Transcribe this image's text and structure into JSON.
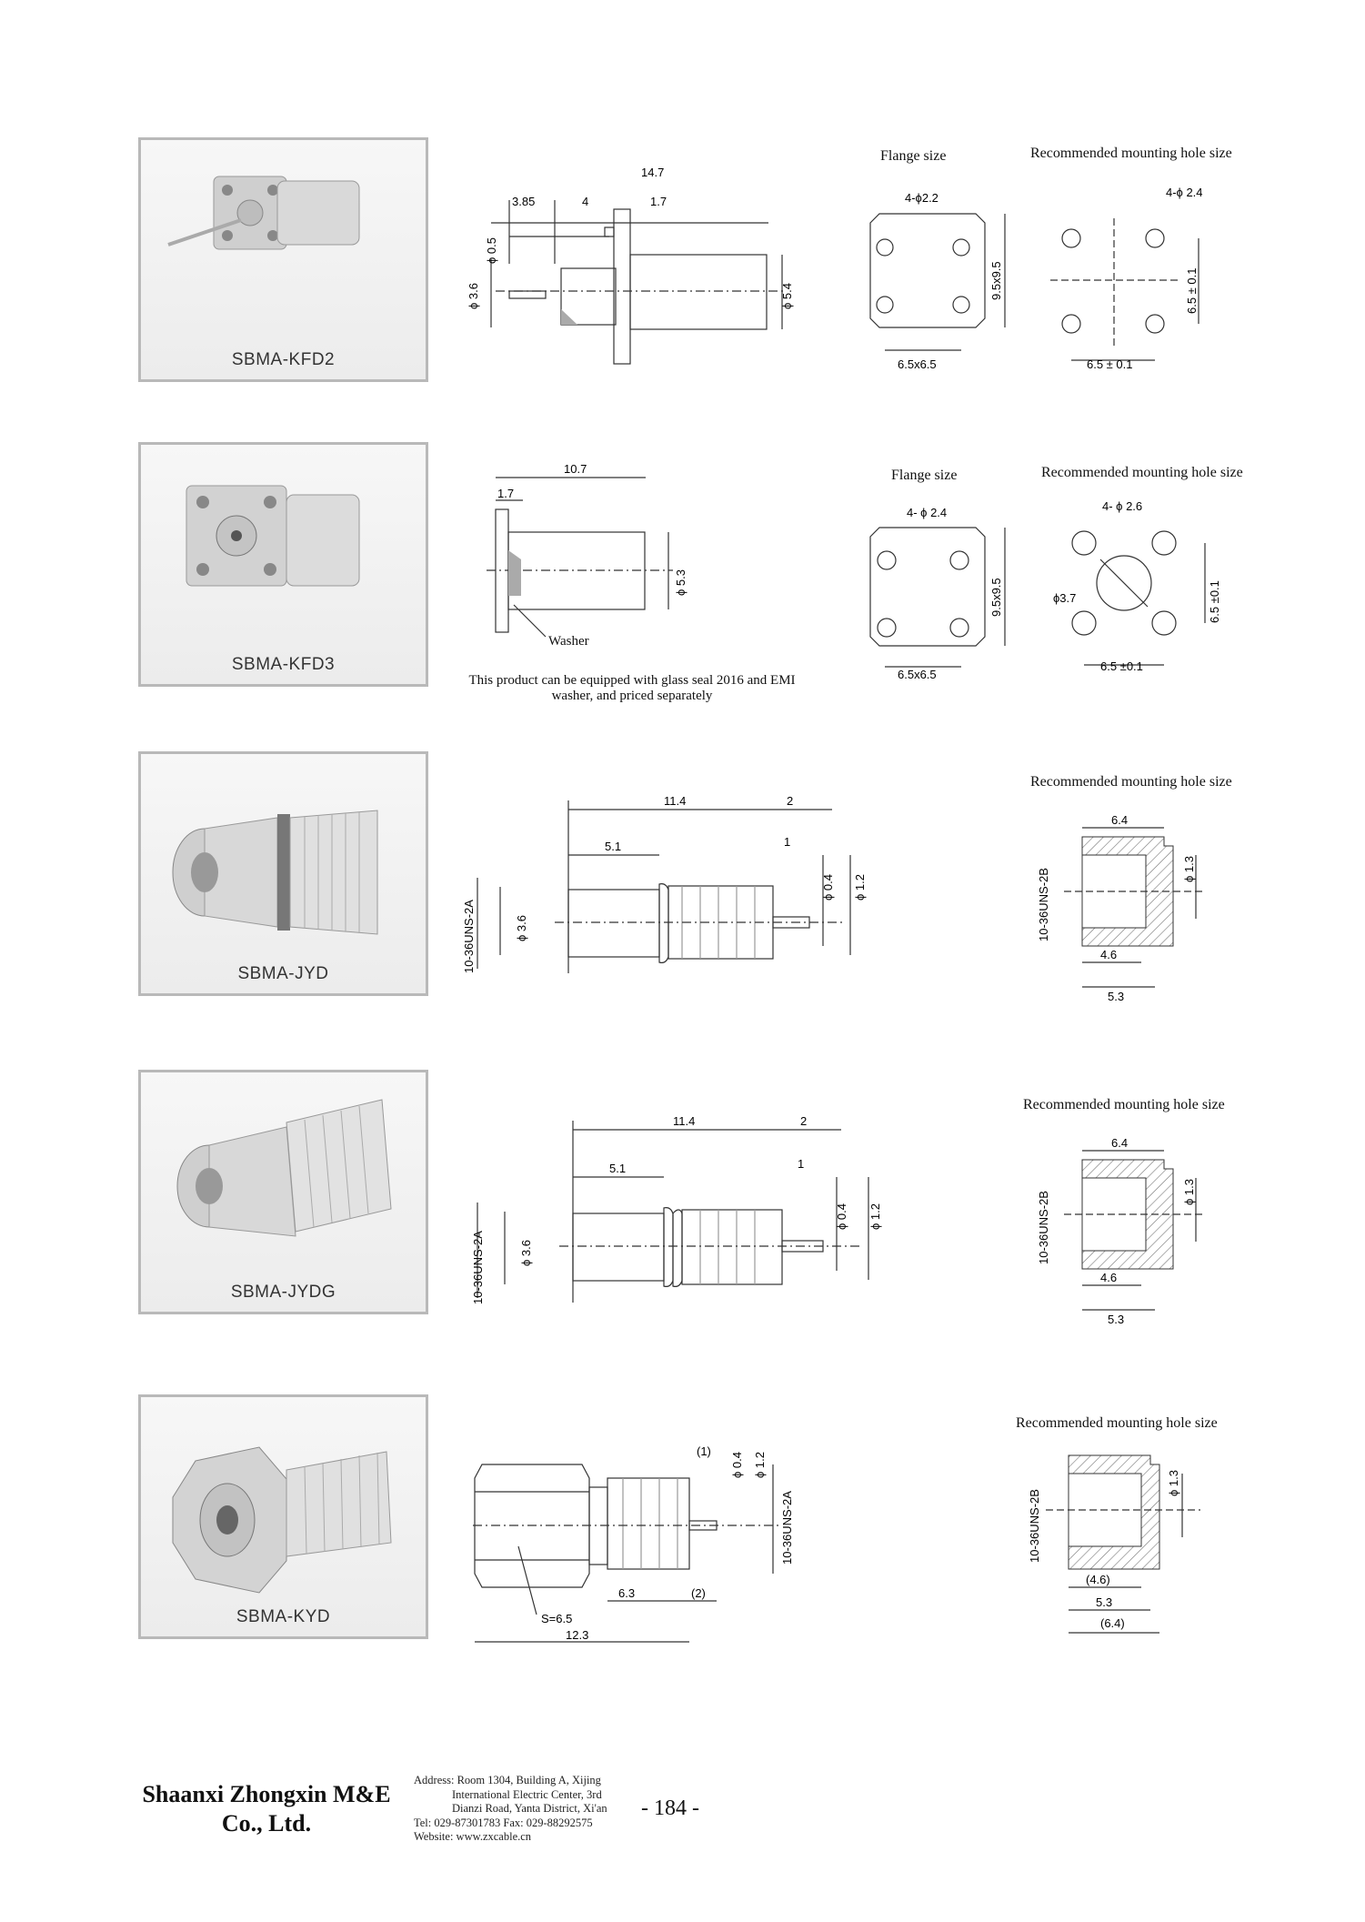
{
  "products": [
    {
      "model": "SBMA-KFD2",
      "flange_label": "Flange size",
      "mount_label": "Recommended mounting hole size",
      "dims": {
        "total": "14.7",
        "a": "3.85",
        "b": "4",
        "c": "1.7",
        "pin": "ϕ 0.5",
        "body": "ϕ 3.6",
        "outer": "ϕ 5.4",
        "fl_holes": "4-ϕ2.2",
        "fl_side": "9.5x9.5",
        "fl_bottom": "6.5x6.5",
        "mh_holes": "4-ϕ 2.4",
        "mh_side": "6.5 ± 0.1",
        "mh_bottom": "6.5 ± 0.1"
      }
    },
    {
      "model": "SBMA-KFD3",
      "flange_label": "Flange size",
      "mount_label": "Recommended mounting hole size",
      "note": "This product can be equipped with glass seal 2016 and EMI washer, and priced separately",
      "dims": {
        "total": "10.7",
        "c": "1.7",
        "outer": "ϕ 5.3",
        "washer": "Washer",
        "fl_holes": "4- ϕ 2.4",
        "fl_side": "9.5x9.5",
        "fl_bottom": "6.5x6.5",
        "mh_holes": "4- ϕ 2.6",
        "mh_center": "ϕ3.7",
        "mh_side": "6.5 ±0.1",
        "mh_bottom": "6.5 ±0.1"
      }
    },
    {
      "model": "SBMA-JYD",
      "mount_label": "Recommended mounting hole size",
      "dims": {
        "total": "11.4",
        "tip": "2",
        "a": "5.1",
        "b": "1",
        "pin": "ϕ 0.4",
        "pin2": "ϕ 1.2",
        "body": "ϕ 3.6",
        "thread": "10-36UNS-2A",
        "mh_top": "6.4",
        "mh_thread": "10-36UNS-2B",
        "mh_pin": "ϕ 1.3",
        "mh_in": "4.6",
        "mh_out": "5.3"
      }
    },
    {
      "model": "SBMA-JYDG",
      "mount_label": "Recommended mounting hole size",
      "dims": {
        "total": "11.4",
        "tip": "2",
        "a": "5.1",
        "b": "1",
        "pin": "ϕ 0.4",
        "pin2": "ϕ 1.2",
        "body": "ϕ 3.6",
        "thread": "10-36UNS-2A",
        "mh_top": "6.4",
        "mh_thread": "10-36UNS-2B",
        "mh_pin": "ϕ 1.3",
        "mh_in": "4.6",
        "mh_out": "5.3"
      }
    },
    {
      "model": "SBMA-KYD",
      "mount_label": "Recommended mounting hole size",
      "dims": {
        "tip": "(1)",
        "pin": "ϕ 0.4",
        "pin2": "ϕ 1.2",
        "thread": "10-36UNS-2A",
        "a": "6.3",
        "b": "(2)",
        "hex": "S=6.5",
        "total": "12.3",
        "mh_thread": "10-36UNS-2B",
        "mh_pin": "ϕ 1.3",
        "mh_in": "(4.6)",
        "mh_out": "5.3",
        "mh_out2": "(6.4)"
      }
    }
  ],
  "footer": {
    "company": "Shaanxi Zhongxin M&E Co., Ltd.",
    "address1": "Address: Room 1304, Building A, Xijing",
    "address2": "International Electric Center, 3rd",
    "address3": "Dianzi Road, Yanta District, Xi'an",
    "tel": "Tel: 029-87301783    Fax: 029-88292575",
    "website": "Website: www.zxcable.cn",
    "page": "- 184 -"
  }
}
